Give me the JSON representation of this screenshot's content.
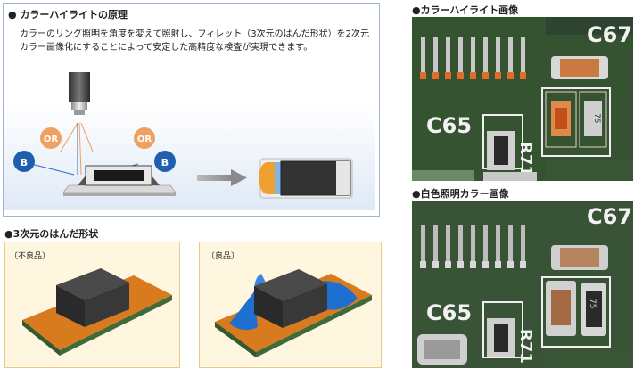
{
  "principle": {
    "heading": "● カラーハイライトの原理",
    "description": "カラーのリング照明を角度を変えて照射し、フィレット（3次元のはんだ形状）を2次元カラー画像化にすることによって安定した高精度な検査が実現できます。",
    "badge_or_left": "OR",
    "badge_or_right": "OR",
    "badge_b_left": "B",
    "badge_b_right": "B"
  },
  "solder": {
    "heading": "●3次元のはんだ形状",
    "defective_label": "〔不良品〕",
    "good_label": "〔良品〕"
  },
  "color_highlight": {
    "heading": "●カラーハイライト画像",
    "silk_c67": "C67",
    "silk_c65": "C65",
    "silk_r71": "R71"
  },
  "white_light": {
    "heading": "●白色照明カラー画像",
    "silk_c67": "C67",
    "silk_c65": "C65",
    "silk_r71": "R71"
  },
  "colors": {
    "badge_orange": "#f0a060",
    "badge_blue": "#1f5fae",
    "solder_blue": "#1e6fd0",
    "pcb_orange": "#d87a1e",
    "pcb_green": "#3f6a3a"
  }
}
